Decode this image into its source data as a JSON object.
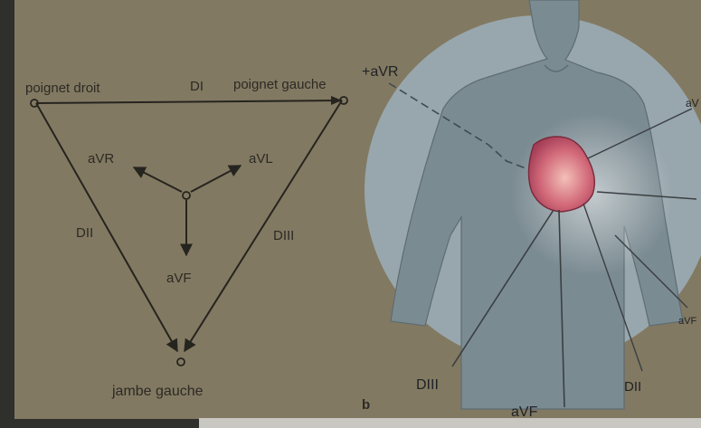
{
  "figure": {
    "panel_label": "b",
    "triangle": {
      "vertex_top_left": "poignet droit",
      "vertex_top_right": "poignet gauche",
      "vertex_bottom": "jambe gauche",
      "side_top": "DI",
      "side_left": "DII",
      "side_right": "DIII",
      "axis_up_left": "aVR",
      "axis_up_right": "aVL",
      "axis_down": "aVF"
    },
    "body": {
      "plus_avr": "+aVR",
      "diii": "DIII",
      "avf": "aVF",
      "dii": "DII",
      "avl_partial": "aV",
      "avf_right_partial": "aVF"
    }
  },
  "colors": {
    "page": "#827962",
    "body_disc": "#98a7ad",
    "body_skin": "#7b8b92",
    "heart": "#c5556a",
    "ink": "#2c2a24"
  }
}
